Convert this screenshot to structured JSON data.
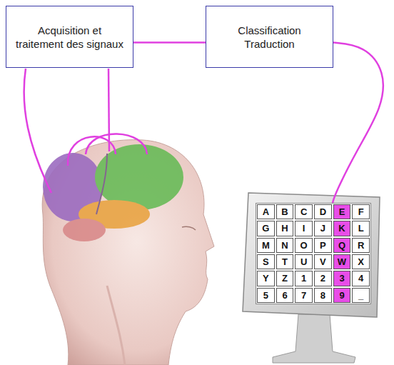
{
  "diagram": {
    "nodes": [
      {
        "text": [
          "Acquisition et traitement des signaux"
        ]
      },
      {
        "text": [
          "Classification Traduction"
        ]
      },
      {
        "text": [
          "A",
          "B",
          "C",
          "D",
          "E",
          "F",
          "G",
          "H",
          "I",
          "J",
          "K",
          "L",
          "M",
          "N",
          "O",
          "P",
          "Q",
          "R",
          "S",
          "T",
          "U",
          "V",
          "W",
          "X",
          "Y",
          "Z",
          "1",
          "2",
          "3",
          "4",
          "5",
          "6",
          "7",
          "8",
          "9",
          "_"
        ]
      }
    ],
    "edges": [
      {
        "from": 0,
        "to": 1,
        "arrow": "none"
      },
      {
        "from": 1,
        "to": 2,
        "arrow": "none"
      }
    ]
  }
}
